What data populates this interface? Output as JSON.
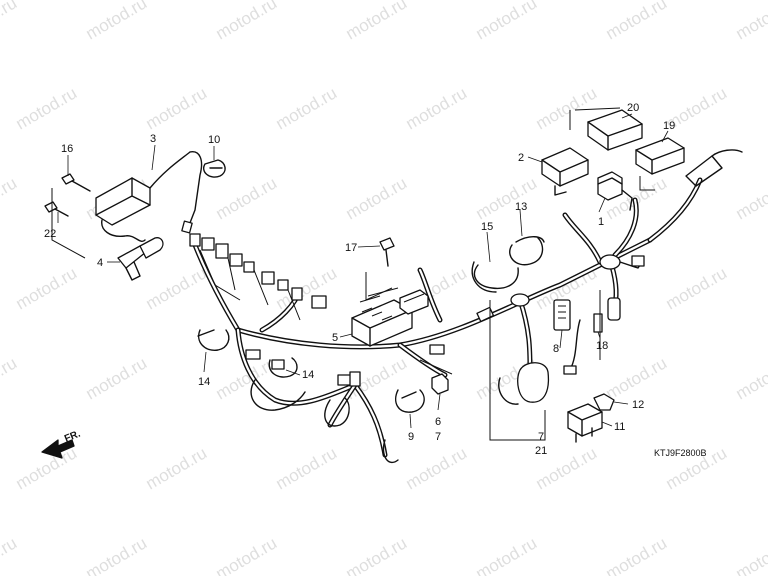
{
  "watermark": "motod.ru",
  "diagram_code": "KTJ9F2800B",
  "direction_label": "FR.",
  "callouts": {
    "c1": "1",
    "c2": "2",
    "c3": "3",
    "c4": "4",
    "c5": "5",
    "c6": "6",
    "c7a": "7",
    "c7b": "7",
    "c8": "8",
    "c9": "9",
    "c10": "10",
    "c11": "11",
    "c12": "12",
    "c13": "13",
    "c14a": "14",
    "c14b": "14",
    "c15": "15",
    "c16": "16",
    "c17": "17",
    "c18": "18",
    "c19": "19",
    "c20": "20",
    "c21": "21",
    "c22": "22"
  }
}
